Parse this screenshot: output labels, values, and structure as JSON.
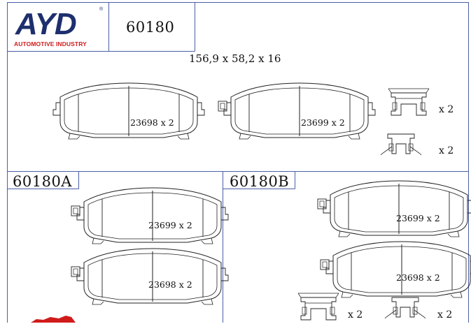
{
  "brand": {
    "name": "AYD",
    "registered_mark": "®",
    "tagline": "AUTOMOTIVE INDUSTRY"
  },
  "main_code": "60180",
  "dimensions": "156,9 x 58,2 x 16",
  "main_panel": {
    "pad_left_label": "23698 x 2",
    "pad_right_label": "23699 x 2",
    "clip_top_qty": "x 2",
    "clip_bottom_qty": "x 2"
  },
  "variant_a": {
    "code": "60180A",
    "pad_top_label": "23699 x 2",
    "pad_bottom_label": "23698 x 2"
  },
  "variant_b": {
    "code": "60180B",
    "pad_top_label": "23699 x 2",
    "pad_bottom_label": "23698 x 2",
    "clip_left_qty": "x 2",
    "clip_right_qty": "x 2"
  },
  "colors": {
    "brand_blue": "#1e2f6e",
    "brand_red": "#d01b1b",
    "frame_blue": "#4a5fa8",
    "line": "#222222"
  }
}
